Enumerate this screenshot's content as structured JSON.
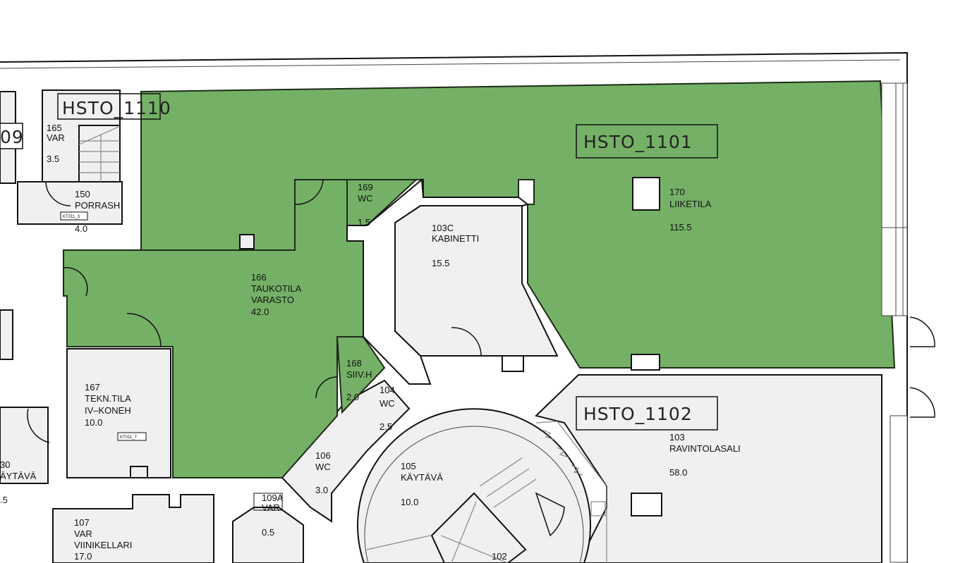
{
  "plan": {
    "zone_labels": {
      "hsto_1110": "HSTO_1110",
      "hsto_1101": "HSTO_1101",
      "hsto_1102": "HSTO_1102",
      "partial_left": "09"
    },
    "rooms": {
      "r165": {
        "number": "165",
        "name": "VAR",
        "area": "3.5"
      },
      "r150": {
        "number": "150",
        "name": "PORRASH",
        "area": "4.0",
        "tag": "KT011_3"
      },
      "r169": {
        "number": "169",
        "name": "WC",
        "area": "1.5"
      },
      "r103c": {
        "number": "103C",
        "name": "KABINETTI",
        "area": "15.5"
      },
      "r170": {
        "number": "170",
        "name": "LIIKETILA",
        "area": "115.5"
      },
      "r166": {
        "number": "166",
        "name": "TAUKOTILA",
        "name2": "VARASTO",
        "area": "42.0"
      },
      "r168": {
        "number": "168",
        "name": "SIIV.H",
        "area": "2.0"
      },
      "r104": {
        "number": "104",
        "name": "WC",
        "area": "2.5"
      },
      "r167": {
        "number": "167",
        "name": "TEKN.TILA",
        "name2": "IV–KONEH",
        "area": "10.0",
        "tag": "KT011_7"
      },
      "r130": {
        "number": "30",
        "name": "ÄYTÄVÄ",
        "area": ".5"
      },
      "r106": {
        "number": "106",
        "name": "WC",
        "area": "3.0"
      },
      "r109a": {
        "number": "109A",
        "name": "VAR",
        "area": "0.5"
      },
      "r105": {
        "number": "105",
        "name": "KÄYTÄVÄ",
        "area": "10.0"
      },
      "r103": {
        "number": "103",
        "name": "RAVINTOLASALI",
        "area": "58.0"
      },
      "r107": {
        "number": "107",
        "name": "VAR",
        "name2": "VIINIKELLARI",
        "area": "17.0"
      },
      "r102": {
        "number": "102"
      }
    },
    "colors": {
      "highlight": "#74b166",
      "floor": "#f0f0f0",
      "wall": "#111111"
    }
  }
}
